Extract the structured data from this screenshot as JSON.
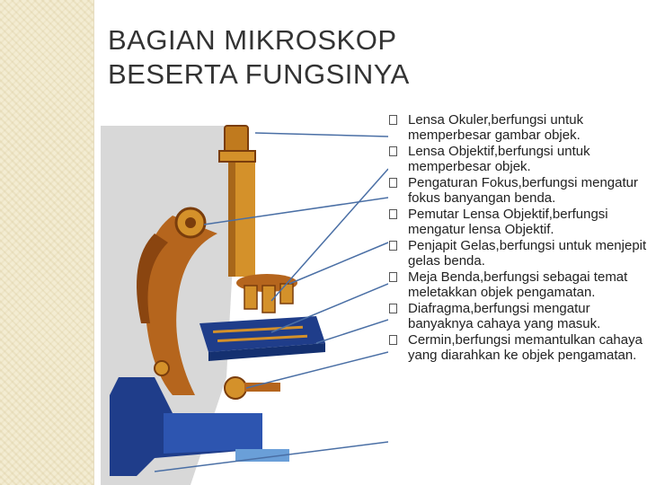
{
  "title": {
    "line1": "BAGIAN MIKROSKOP",
    "line2": "BESERTA FUNGSINYA"
  },
  "parts": [
    {
      "text": "Lensa Okuler,berfungsi untuk memperbesar gambar objek."
    },
    {
      "text": "Lensa Objektif,berfungsi untuk memperbesar objek."
    },
    {
      "text": "Pengaturan Fokus,berfungsi mengatur fokus banyangan benda."
    },
    {
      "text": "Pemutar Lensa Objektif,berfungsi mengatur lensa Objektif."
    },
    {
      "text": "Penjapit Gelas,berfungsi untuk menjepit gelas benda."
    },
    {
      "text": "Meja Benda,berfungsi sebagai temat meletakkan objek pengamatan."
    },
    {
      "text": "Diafragma,berfungsi mengatur banyaknya cahaya yang masuk."
    },
    {
      "text": "Cermin,berfungsi memantulkan cahaya yang diarahkan ke objek pengamatan."
    }
  ],
  "colors": {
    "background_strip": "#f3ecd2",
    "microscope_body": "#b5651d",
    "microscope_tube": "#d4912a",
    "stage_blue": "#1f3d8a",
    "leader_lines": "#4a6fa5"
  },
  "icons": {
    "bullet": "square-bullet-icon",
    "illustration": "microscope-illustration"
  }
}
